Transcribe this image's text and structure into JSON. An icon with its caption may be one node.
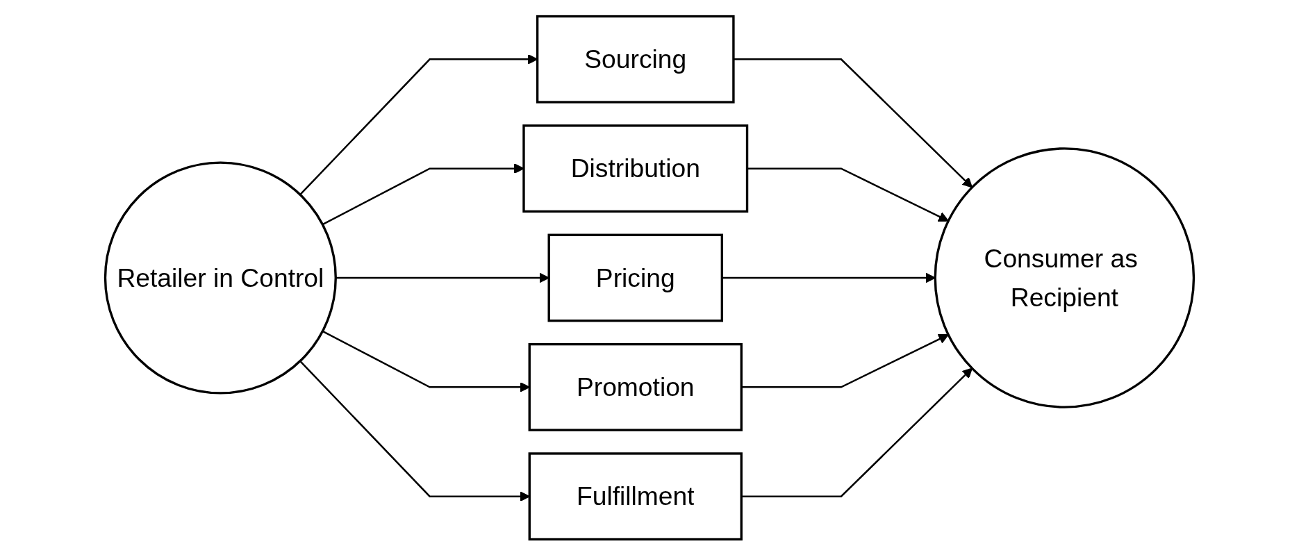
{
  "diagram": {
    "nodes": [
      {
        "text": [
          "Retailer in Control"
        ]
      },
      {
        "text": [
          "Sourcing"
        ]
      },
      {
        "text": [
          "Distribution"
        ]
      },
      {
        "text": [
          "Pricing"
        ]
      },
      {
        "text": [
          "Promotion"
        ]
      },
      {
        "text": [
          "Fulfillment"
        ]
      },
      {
        "text": [
          "Consumer as Recipient"
        ]
      }
    ],
    "edges": [
      {
        "from": 0,
        "to": 1,
        "arrow": "to"
      },
      {
        "from": 0,
        "to": 2,
        "arrow": "to"
      },
      {
        "from": 0,
        "to": 3,
        "arrow": "to"
      },
      {
        "from": 0,
        "to": 4,
        "arrow": "to"
      },
      {
        "from": 0,
        "to": 5,
        "arrow": "to"
      },
      {
        "from": 1,
        "to": 6,
        "arrow": "to"
      },
      {
        "from": 2,
        "to": 6,
        "arrow": "to"
      },
      {
        "from": 3,
        "to": 6,
        "arrow": "to"
      },
      {
        "from": 4,
        "to": 6,
        "arrow": "to"
      },
      {
        "from": 5,
        "to": 6,
        "arrow": "to"
      }
    ]
  }
}
